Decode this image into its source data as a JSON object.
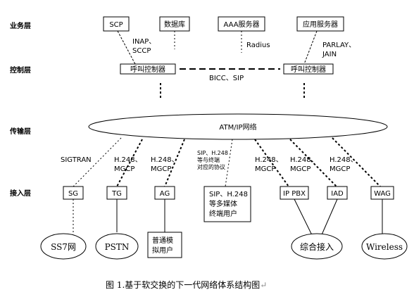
{
  "layers": {
    "service": "业务层",
    "control": "控制层",
    "transport": "传输层",
    "access": "接入层"
  },
  "service_nodes": {
    "scp": "SCP",
    "database": "数据库",
    "aaa": "AAA服务器",
    "app": "应用服务器"
  },
  "control": {
    "call_ctrl_left": "呼叫控制器",
    "call_ctrl_right": "呼叫控制器",
    "protocols_left": [
      "INAP、",
      "SCCP"
    ],
    "protocol_radius": "Radius",
    "protocols_right": [
      "PARLAY、",
      "JAIN"
    ],
    "bicc_sip": "BICC、SIP"
  },
  "transport": {
    "network": "ATM/IP网络"
  },
  "links": {
    "sigtran": "SIGTRAN",
    "tg": [
      "H.248、",
      "MGCP"
    ],
    "ag": [
      "H.248、",
      "MGCP"
    ],
    "sip_mm": [
      "SIP、H.248",
      "等与终端",
      "对应的协议"
    ],
    "ippbx": [
      "H.248、",
      "MGCP"
    ],
    "iad": [
      "H.248、",
      "MGCP"
    ],
    "wag": [
      "H.248、",
      "MGCP"
    ]
  },
  "access_nodes": {
    "sg": "SG",
    "tg": "TG",
    "ag": "AG",
    "sip_terminal": [
      "SIP、H.248",
      "等多媒体",
      "终端用户"
    ],
    "ippbx": "IP PBX",
    "iad": "IAD",
    "wag": "WAG"
  },
  "networks": {
    "ss7": "SS7网",
    "pstn": "PSTN",
    "ordinary_user": [
      "普通模",
      "拟用户"
    ],
    "integrated": "综合接入",
    "wireless": "Wireless"
  },
  "caption": "图 1.基于软交换的下一代网络体系结构图",
  "caption_mark": "↵"
}
